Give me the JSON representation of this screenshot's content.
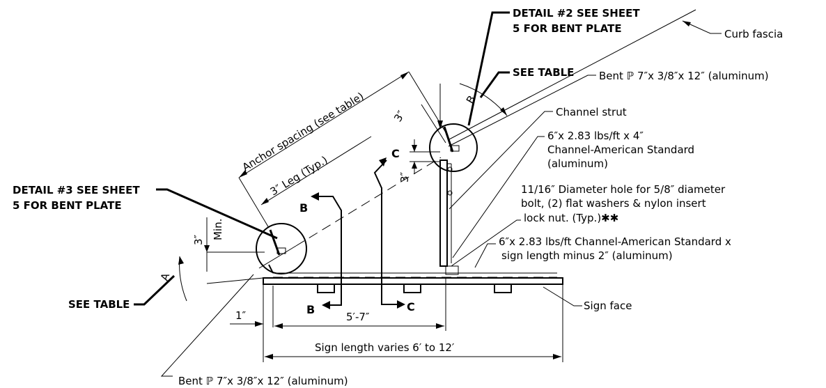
{
  "callouts": {
    "detail2_line1": "DETAIL #2 SEE SHEET",
    "detail2_line2": "5 FOR BENT PLATE",
    "detail3_line1": "DETAIL #3 SEE SHEET",
    "detail3_line2": "5 FOR BENT PLATE",
    "see_table_top": "SEE TABLE",
    "see_table_left": "SEE TABLE"
  },
  "labels": {
    "curb_fascia": "Curb fascia",
    "bent_plate_top": "Bent ℙ 7″x 3/8″x 12″ (aluminum)",
    "channel_strut": "Channel strut",
    "channel_line1": "6″x 2.83 lbs/ft x 4″",
    "channel_line2": "Channel-American Standard",
    "channel_line3": "(aluminum)",
    "hole_line1": "11/16″ Diameter hole for 5/8″ diameter",
    "hole_line2": "bolt, (2) flat washers & nylon insert",
    "hole_line3": "lock nut. (Typ.)✱✱",
    "channel_long_line1": "6″x 2.83 lbs/ft Channel-American Standard x",
    "channel_long_line2": "sign length minus 2″ (aluminum)",
    "sign_face": "Sign face",
    "bent_plate_bottom": "Bent ℙ 7″x 3/8″x 12″ (aluminum)"
  },
  "dimensions": {
    "anchor_spacing": "Anchor spacing (see table)",
    "leg": "3″ Leg (Typ.)",
    "three_in_top": "3″",
    "three_in_mid": "3″",
    "three_in_left": "3″",
    "min": "Min.",
    "one_in": "1″",
    "five_seven": "5′-7″",
    "sign_length": "Sign length varies 6′ to 12′"
  },
  "angles": {
    "a": "A",
    "b": "B"
  },
  "sections": {
    "b_top": "B",
    "b_bottom": "B",
    "c_top": "C",
    "c_bottom": "C"
  }
}
